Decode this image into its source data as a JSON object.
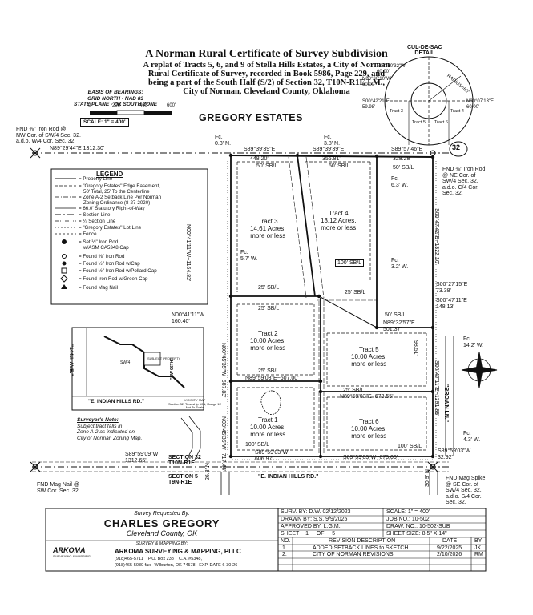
{
  "header": {
    "title": "A Norman Rural Certificate of Survey Subdivision",
    "line1": "A replat of Tracts 5, 6, and 9 of Stella Hills Estates, a City of Norman",
    "line2": "Rural Certificate of Survey, recorded in Book 5986, Page 229, and",
    "line3": "being a part of the South Half (S/2) of Section 32, T10N-R1E I.M.,",
    "line4": "City of Norman, Cleveland County, Oklahoma"
  },
  "bearings": {
    "line1": "BASIS OF BEARINGS:",
    "line2": "GRID NORTH - NAD 83",
    "line3": "STATE PLANE - OK SOUTH ZONE",
    "scale_ticks": [
      "0'",
      "200'",
      "400'",
      "600'"
    ],
    "scale_text": "SCALE: 1\" = 400'"
  },
  "plan": {
    "estate_name": "GREGORY ESTATES",
    "section_badge": "32",
    "tracts": [
      {
        "name": "Tract 3",
        "area": "14.61 Acres,",
        "note": "more or less"
      },
      {
        "name": "Tract 4",
        "area": "13.12 Acres,",
        "note": "more or less"
      },
      {
        "name": "Tract 2",
        "area": "10.00 Acres,",
        "note": "more or less"
      },
      {
        "name": "Tract 5",
        "area": "10.00 Acres,",
        "note": "more or less"
      },
      {
        "name": "Tract 1",
        "area": "10.00 Acres,",
        "note": "more or less"
      },
      {
        "name": "Tract 6",
        "area": "10.00 Acres,",
        "note": "more or less"
      }
    ],
    "labels": {
      "fnd_nw_1": "FND ⅜\" Iron Rod @",
      "fnd_nw_2": "NW Cor. of SW/4 Sec. 32.",
      "fnd_nw_3": "a.d.o. W/4 Cor. Sec. 32.",
      "n_line": "N89°29'44\"E 1312.30'",
      "top1": "S89°39'39\"E",
      "top1d": "448.20'",
      "top2": "S89°39'39\"E",
      "top2d": "356.81'",
      "top3": "S89°57'46\"E",
      "top3d": "328.28'",
      "fnd_ne_1": "FND ⅜\" Iron Rod",
      "fnd_ne_2": "@ NE Cor. of",
      "fnd_ne_3": "SW/4 Sec. 32.",
      "fnd_ne_4": "a.d.o. C/4 Cor.",
      "fnd_ne_5": "Sec. 32.",
      "fc1": "Fc.",
      "fc1d": "6.3' W.",
      "fc2": "Fc.",
      "fc2d": "5.7' W.",
      "fc3": "Fc.",
      "fc3d": "3.2' W.",
      "fc4": "Fc.",
      "fc4d": "14.2' W.",
      "fc5": "Fc.",
      "fc5d": "4.3' W.",
      "fc6": "Fc.",
      "fc6d": "0.3' N.",
      "fc7": "Fc.",
      "fc7d": "3.8' N.",
      "w_line": "N00°41'11\"W~1164.82'",
      "w_line2": "N00°41'11\"W",
      "w_line2d": "160.40'",
      "w_line3": "N00°45'35\"W~607.83'",
      "w_line4": "N00°45'35\"W~717.44'",
      "e_line": "S00°47'42\"E~1322.10'",
      "e_line2": "S00°27'15\"E",
      "e_line2d": "73.38'",
      "e_line3": "S00°47'11\"E",
      "e_line3d": "148.13'",
      "e_line4": "S00°47'11\"E~1291.88'",
      "mid1": "N89°32'57\"E",
      "mid1d": "501.37'",
      "mid2": "N89°59'03\"E~607.00'",
      "mid3": "N89°59'03\"E~673.55'",
      "s_line": "S89°59'03\"W",
      "s_lined": "606.97'",
      "s_line2": "S89°59'03\"W~673.06'",
      "s_line3": "S89°59'03\"W",
      "s_line3d": "32.92'",
      "s_left": "S89°59'09\"W",
      "s_leftd": "1312.65'",
      "sb50": "50' SB/L",
      "sb25": "25' SB/L",
      "sb100": "100' SB/L",
      "box100": "100' SB/L",
      "section32": "SECTION 32",
      "section32b": "T10N-R1E",
      "section5": "SECTION 5",
      "section5b": "T9N-R1E",
      "indian_hills": "\"E. INDIAN HILLS RD.\"",
      "indian_hills2": "\"E. INDIAN HILLS RD.\"",
      "brown_ln": "\"BROWN LN.\"",
      "fnd_mag_1": "FND Mag Nail @",
      "fnd_mag_2": "SW Cor. Sec. 32.",
      "fnd_spike_1": "FND Mag Spike",
      "fnd_spike_2": "@ SE Cor. of",
      "fnd_spike_3": "SW/4 Sec. 32.",
      "fnd_spike_4": "a.d.o. S/4 Cor.",
      "fnd_spike_5": "Sec. 32.",
      "d26": "26.3' N",
      "d30": "30.9' N",
      "d98": "98.51'",
      "cul_1": "CUL-DE-SAC",
      "cul_2": "DETAIL",
      "cul_a": "N07°50'32\"W",
      "cul_ad": "60.00'",
      "cul_b": "N80°30'10\"W",
      "cul_bd": "60.00'",
      "cul_c": "S00°42'21\"E",
      "cul_cd": "59.98'",
      "cul_d": "N80°07'13\"E",
      "cul_dd": "60.00'",
      "cul_e": "RADIUS=60'",
      "cul_t3": "Tract 3",
      "cul_t4": "Tract 4",
      "cul_t5": "Tract 5",
      "cul_t6": "Tract 6"
    }
  },
  "legend": {
    "title": "LEGEND",
    "items": [
      "= Property Line",
      "= \"Gregory Estates\" Edge Easement,",
      "50' Total, 25' To the Centerline",
      "= Zone A-2 Setback Line Per Norman",
      "Zoning Ordinance (8-27-2020)",
      "= 66.0' Statutory Right-of-Way",
      "= Section Line",
      "= ¼ Section Line",
      "= \"Gregory Estates\" Lot Line",
      "= Fence",
      "= Set ½\" Iron Rod",
      "w/ASM CA5348 Cap",
      "= Found ⅜\" Iron Rod",
      "= Found ½\" Iron Rod w/Cap",
      "= Found ½\" Iron Rod w/Pollard Cap",
      "= Found Iron Rod w/Green Cap",
      "= Found Mag Nail"
    ]
  },
  "vicinity": {
    "ave": "\"144th AVE.\"",
    "road": "\"E. INDIAN HILLS RD.\"",
    "caption1": "VICINITY MAP",
    "caption2": "Section 32, Township 10N, Range 1E",
    "caption3": "Not To Scale",
    "subject": "SUBJECT PROPERTY",
    "sw": "SW/4",
    "nw": "\"NW 96TH\""
  },
  "surveyor_note": {
    "title": "Surveyor's Note:",
    "l1": "Subject tract falls in",
    "l2": "Zone A-2 as indicated on",
    "l3": "City of Norman Zoning Map."
  },
  "titleblock": {
    "requested_by": "Survey Requested By:",
    "client": "CHARLES GREGORY",
    "county": "Cleveland County, OK",
    "prepared": "SURVEY & MAPPING BY:",
    "firm_logo": "ARKOMA",
    "firm_logo_sub": "SURVEYING & MAPPING",
    "firm": "ARKOMA SURVEYING & MAPPING, PLLC",
    "phone1": "(918)465-5711",
    "pobox": "P.O. Box 238",
    "ca": "C.A. #5348,",
    "phone2": "(918)465-5030 fax",
    "city": "Wilburton, OK 74578",
    "exp": "EXP. DATE 6-30-26",
    "surv_by": "SURV. BY: D.W. 02/12/2023",
    "scale": "SCALE: 1\" = 400'",
    "drawn_by": "DRAWN BY: S.S. 9/9/2025",
    "job_no": "JOB NO.: 10-502",
    "approved": "APPROVED BY: L.G.M.",
    "draw_no": "DRAW. NO.: 10-502-SUB",
    "sheet_a": "SHEET",
    "sheet_b": "1",
    "sheet_c": "OF",
    "sheet_d": "5",
    "sheet_size": "SHEET SIZE: 8.5\" X 14\"",
    "col_no": "NO.",
    "col_desc": "REVISION DESCRIPTION",
    "col_date": "DATE",
    "col_by": "BY",
    "revisions": [
      {
        "no": "1.",
        "desc": "ADDED SETBACK LINES to SKETCH",
        "date": "9/22/2025",
        "by": "JK"
      },
      {
        "no": "2.",
        "desc": "CITY OF NORMAN REVISIONS",
        "date": "2/10/2026",
        "by": "RM"
      },
      {
        "no": "",
        "desc": "",
        "date": "",
        "by": ""
      }
    ]
  }
}
